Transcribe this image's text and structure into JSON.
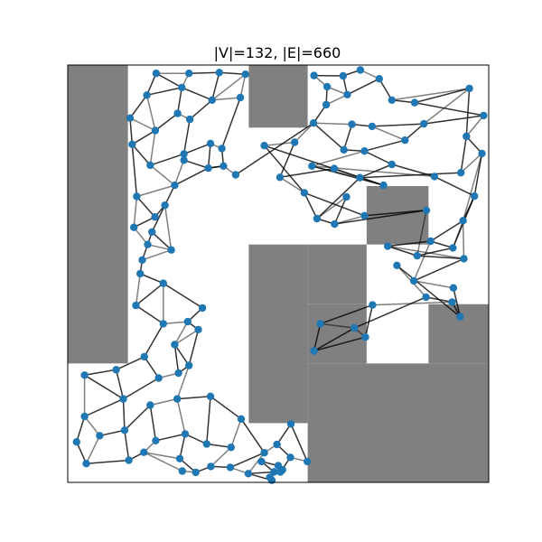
{
  "figure": {
    "title": "|V|=132, |E|=660"
  },
  "colors": {
    "obstacle": "#808080",
    "node": "#1f77b4",
    "edge": "#000000",
    "frame": "#000000",
    "background": "#ffffff"
  },
  "chart_data": {
    "type": "graph",
    "title": "|V|=132, |E|=660",
    "vertex_count": 132,
    "edge_count": 660,
    "xlim": [
      0,
      1
    ],
    "ylim": [
      0,
      1
    ],
    "obstacles": [
      {
        "x0": 0.0,
        "y0": 0.285,
        "x1": 0.143,
        "y1": 1.0
      },
      {
        "x0": 0.43,
        "y0": 0.85,
        "x1": 0.57,
        "y1": 1.0
      },
      {
        "x0": 0.71,
        "y0": 0.57,
        "x1": 0.857,
        "y1": 0.71
      },
      {
        "x0": 0.43,
        "y0": 0.142,
        "x1": 0.57,
        "y1": 0.57
      },
      {
        "x0": 0.57,
        "y0": 0.285,
        "x1": 0.71,
        "y1": 0.427
      },
      {
        "x0": 0.57,
        "y0": 0.427,
        "x1": 0.71,
        "y1": 0.57
      },
      {
        "x0": 0.57,
        "y0": 0.0,
        "x1": 1.0,
        "y1": 0.285
      },
      {
        "x0": 0.857,
        "y0": 0.285,
        "x1": 1.0,
        "y1": 0.427
      }
    ],
    "nodes": [
      [
        0.21,
        0.98
      ],
      [
        0.288,
        0.98
      ],
      [
        0.36,
        0.982
      ],
      [
        0.422,
        0.978
      ],
      [
        0.188,
        0.928
      ],
      [
        0.271,
        0.946
      ],
      [
        0.343,
        0.916
      ],
      [
        0.41,
        0.922
      ],
      [
        0.29,
        0.87
      ],
      [
        0.261,
        0.884
      ],
      [
        0.148,
        0.873
      ],
      [
        0.208,
        0.843
      ],
      [
        0.153,
        0.81
      ],
      [
        0.196,
        0.76
      ],
      [
        0.276,
        0.787
      ],
      [
        0.339,
        0.812
      ],
      [
        0.366,
        0.8
      ],
      [
        0.37,
        0.758
      ],
      [
        0.276,
        0.772
      ],
      [
        0.399,
        0.737
      ],
      [
        0.334,
        0.753
      ],
      [
        0.254,
        0.712
      ],
      [
        0.164,
        0.685
      ],
      [
        0.207,
        0.636
      ],
      [
        0.157,
        0.611
      ],
      [
        0.231,
        0.664
      ],
      [
        0.19,
        0.57
      ],
      [
        0.2,
        0.6
      ],
      [
        0.246,
        0.557
      ],
      [
        0.177,
        0.533
      ],
      [
        0.172,
        0.5
      ],
      [
        0.227,
        0.477
      ],
      [
        0.162,
        0.424
      ],
      [
        0.32,
        0.418
      ],
      [
        0.227,
        0.38
      ],
      [
        0.285,
        0.385
      ],
      [
        0.182,
        0.301
      ],
      [
        0.31,
        0.366
      ],
      [
        0.254,
        0.33
      ],
      [
        0.216,
        0.25
      ],
      [
        0.288,
        0.28
      ],
      [
        0.263,
        0.262
      ],
      [
        0.115,
        0.27
      ],
      [
        0.04,
        0.257
      ],
      [
        0.132,
        0.2
      ],
      [
        0.04,
        0.158
      ],
      [
        0.076,
        0.112
      ],
      [
        0.135,
        0.125
      ],
      [
        0.196,
        0.185
      ],
      [
        0.26,
        0.2
      ],
      [
        0.339,
        0.206
      ],
      [
        0.412,
        0.152
      ],
      [
        0.388,
        0.084
      ],
      [
        0.33,
        0.092
      ],
      [
        0.209,
        0.1
      ],
      [
        0.279,
        0.116
      ],
      [
        0.181,
        0.072
      ],
      [
        0.145,
        0.053
      ],
      [
        0.021,
        0.097
      ],
      [
        0.044,
        0.045
      ],
      [
        0.272,
        0.027
      ],
      [
        0.34,
        0.038
      ],
      [
        0.386,
        0.036
      ],
      [
        0.304,
        0.024
      ],
      [
        0.429,
        0.021
      ],
      [
        0.266,
        0.057
      ],
      [
        0.49,
        0.025
      ],
      [
        0.467,
        0.071
      ],
      [
        0.497,
        0.091
      ],
      [
        0.529,
        0.06
      ],
      [
        0.53,
        0.14
      ],
      [
        0.569,
        0.05
      ],
      [
        0.505,
        0.025
      ],
      [
        0.48,
        0.012
      ],
      [
        0.5,
        0.04
      ],
      [
        0.46,
        0.05
      ],
      [
        0.51,
        0.03
      ],
      [
        0.485,
        0.005
      ],
      [
        0.585,
        0.975
      ],
      [
        0.616,
        0.948
      ],
      [
        0.654,
        0.974
      ],
      [
        0.614,
        0.905
      ],
      [
        0.664,
        0.929
      ],
      [
        0.695,
        0.988
      ],
      [
        0.74,
        0.967
      ],
      [
        0.77,
        0.916
      ],
      [
        0.824,
        0.91
      ],
      [
        0.954,
        0.944
      ],
      [
        0.988,
        0.879
      ],
      [
        0.846,
        0.859
      ],
      [
        0.801,
        0.82
      ],
      [
        0.723,
        0.853
      ],
      [
        0.675,
        0.858
      ],
      [
        0.584,
        0.861
      ],
      [
        0.656,
        0.797
      ],
      [
        0.705,
        0.794
      ],
      [
        0.77,
        0.762
      ],
      [
        0.871,
        0.733
      ],
      [
        0.947,
        0.829
      ],
      [
        0.984,
        0.788
      ],
      [
        0.934,
        0.742
      ],
      [
        0.58,
        0.758
      ],
      [
        0.694,
        0.73
      ],
      [
        0.75,
        0.712
      ],
      [
        0.633,
        0.752
      ],
      [
        0.539,
        0.815
      ],
      [
        0.467,
        0.807
      ],
      [
        0.504,
        0.731
      ],
      [
        0.562,
        0.694
      ],
      [
        0.662,
        0.684
      ],
      [
        0.592,
        0.632
      ],
      [
        0.634,
        0.619
      ],
      [
        0.705,
        0.639
      ],
      [
        0.852,
        0.652
      ],
      [
        0.966,
        0.686
      ],
      [
        0.939,
        0.627
      ],
      [
        0.915,
        0.562
      ],
      [
        0.862,
        0.578
      ],
      [
        0.76,
        0.566
      ],
      [
        0.83,
        0.543
      ],
      [
        0.941,
        0.536
      ],
      [
        0.822,
        0.483
      ],
      [
        0.916,
        0.466
      ],
      [
        0.782,
        0.52
      ],
      [
        0.932,
        0.397
      ],
      [
        0.851,
        0.444
      ],
      [
        0.913,
        0.432
      ],
      [
        0.724,
        0.425
      ],
      [
        0.6,
        0.38
      ],
      [
        0.681,
        0.37
      ],
      [
        0.585,
        0.315
      ],
      [
        0.707,
        0.348
      ]
    ],
    "edges": [
      [
        0,
        1
      ],
      [
        0,
        4
      ],
      [
        1,
        2
      ],
      [
        1,
        5
      ],
      [
        2,
        3
      ],
      [
        2,
        6
      ],
      [
        3,
        7
      ],
      [
        4,
        5
      ],
      [
        4,
        10
      ],
      [
        4,
        11
      ],
      [
        5,
        6
      ],
      [
        5,
        9
      ],
      [
        6,
        7
      ],
      [
        6,
        8
      ],
      [
        7,
        16
      ],
      [
        8,
        9
      ],
      [
        8,
        14
      ],
      [
        9,
        11
      ],
      [
        10,
        11
      ],
      [
        10,
        12
      ],
      [
        11,
        12
      ],
      [
        11,
        13
      ],
      [
        12,
        13
      ],
      [
        13,
        14
      ],
      [
        13,
        21
      ],
      [
        14,
        15
      ],
      [
        14,
        18
      ],
      [
        15,
        16
      ],
      [
        15,
        20
      ],
      [
        16,
        17
      ],
      [
        17,
        19
      ],
      [
        17,
        20
      ],
      [
        18,
        20
      ],
      [
        18,
        21
      ],
      [
        19,
        93
      ],
      [
        20,
        21
      ],
      [
        21,
        22
      ],
      [
        21,
        25
      ],
      [
        22,
        23
      ],
      [
        22,
        24
      ],
      [
        23,
        24
      ],
      [
        23,
        25
      ],
      [
        24,
        26
      ],
      [
        25,
        27
      ],
      [
        26,
        27
      ],
      [
        26,
        28
      ],
      [
        26,
        29
      ],
      [
        27,
        28
      ],
      [
        28,
        29
      ],
      [
        29,
        30
      ],
      [
        30,
        31
      ],
      [
        30,
        32
      ],
      [
        31,
        32
      ],
      [
        31,
        33
      ],
      [
        31,
        34
      ],
      [
        32,
        34
      ],
      [
        33,
        35
      ],
      [
        34,
        35
      ],
      [
        34,
        36
      ],
      [
        35,
        37
      ],
      [
        35,
        38
      ],
      [
        36,
        39
      ],
      [
        36,
        42
      ],
      [
        37,
        38
      ],
      [
        38,
        40
      ],
      [
        38,
        41
      ],
      [
        39,
        41
      ],
      [
        39,
        44
      ],
      [
        40,
        41
      ],
      [
        40,
        49
      ],
      [
        42,
        43
      ],
      [
        42,
        44
      ],
      [
        43,
        45
      ],
      [
        44,
        45
      ],
      [
        44,
        47
      ],
      [
        45,
        46
      ],
      [
        45,
        58
      ],
      [
        46,
        47
      ],
      [
        46,
        59
      ],
      [
        47,
        48
      ],
      [
        47,
        57
      ],
      [
        48,
        49
      ],
      [
        48,
        54
      ],
      [
        49,
        50
      ],
      [
        49,
        55
      ],
      [
        50,
        51
      ],
      [
        50,
        53
      ],
      [
        51,
        52
      ],
      [
        51,
        67
      ],
      [
        52,
        53
      ],
      [
        52,
        61
      ],
      [
        53,
        55
      ],
      [
        54,
        55
      ],
      [
        54,
        56
      ],
      [
        55,
        65
      ],
      [
        56,
        57
      ],
      [
        56,
        60
      ],
      [
        57,
        59
      ],
      [
        58,
        59
      ],
      [
        60,
        63
      ],
      [
        61,
        62
      ],
      [
        61,
        63
      ],
      [
        62,
        64
      ],
      [
        63,
        65
      ],
      [
        64,
        66
      ],
      [
        64,
        67
      ],
      [
        66,
        73
      ],
      [
        66,
        76
      ],
      [
        67,
        68
      ],
      [
        68,
        69
      ],
      [
        68,
        70
      ],
      [
        69,
        71
      ],
      [
        70,
        71
      ],
      [
        72,
        74
      ],
      [
        72,
        76
      ],
      [
        73,
        77
      ],
      [
        74,
        75
      ],
      [
        74,
        76
      ],
      [
        75,
        66
      ],
      [
        77,
        64
      ],
      [
        78,
        79
      ],
      [
        78,
        80
      ],
      [
        79,
        81
      ],
      [
        79,
        82
      ],
      [
        80,
        82
      ],
      [
        80,
        83
      ],
      [
        81,
        82
      ],
      [
        81,
        93
      ],
      [
        82,
        84
      ],
      [
        83,
        84
      ],
      [
        84,
        85
      ],
      [
        85,
        86
      ],
      [
        85,
        87
      ],
      [
        86,
        87
      ],
      [
        86,
        88
      ],
      [
        87,
        89
      ],
      [
        87,
        98
      ],
      [
        88,
        89
      ],
      [
        88,
        98
      ],
      [
        89,
        90
      ],
      [
        89,
        91
      ],
      [
        90,
        91
      ],
      [
        90,
        95
      ],
      [
        91,
        92
      ],
      [
        92,
        93
      ],
      [
        92,
        94
      ],
      [
        93,
        94
      ],
      [
        93,
        105
      ],
      [
        94,
        95
      ],
      [
        95,
        96
      ],
      [
        95,
        101
      ],
      [
        96,
        97
      ],
      [
        96,
        102
      ],
      [
        97,
        101
      ],
      [
        98,
        99
      ],
      [
        98,
        100
      ],
      [
        99,
        100
      ],
      [
        99,
        114
      ],
      [
        100,
        102
      ],
      [
        101,
        102
      ],
      [
        101,
        103
      ],
      [
        102,
        110
      ],
      [
        103,
        104
      ],
      [
        103,
        106
      ],
      [
        104,
        107
      ],
      [
        105,
        106
      ],
      [
        105,
        107
      ],
      [
        106,
        108
      ],
      [
        107,
        108
      ],
      [
        108,
        110
      ],
      [
        108,
        112
      ],
      [
        109,
        110
      ],
      [
        109,
        111
      ],
      [
        110,
        111
      ],
      [
        111,
        112
      ],
      [
        111,
        113
      ],
      [
        112,
        113
      ],
      [
        113,
        119
      ],
      [
        114,
        115
      ],
      [
        114,
        116
      ],
      [
        115,
        116
      ],
      [
        115,
        117
      ],
      [
        116,
        117
      ],
      [
        117,
        121
      ],
      [
        117,
        118
      ],
      [
        118,
        119
      ],
      [
        118,
        120
      ],
      [
        119,
        120
      ],
      [
        120,
        121
      ],
      [
        121,
        122
      ],
      [
        122,
        124
      ],
      [
        123,
        124
      ],
      [
        123,
        125
      ],
      [
        124,
        126
      ],
      [
        125,
        126
      ],
      [
        126,
        127
      ],
      [
        127,
        128
      ],
      [
        127,
        131
      ],
      [
        128,
        129
      ],
      [
        128,
        130
      ],
      [
        129,
        130
      ],
      [
        129,
        131
      ],
      [
        130,
        131
      ],
      [
        125,
        129
      ],
      [
        115,
        120
      ],
      [
        97,
        114
      ],
      [
        20,
        17
      ],
      [
        3,
        6
      ],
      [
        0,
        5
      ],
      [
        12,
        22
      ],
      [
        25,
        28
      ],
      [
        37,
        40
      ],
      [
        43,
        44
      ],
      [
        56,
        65
      ],
      [
        62,
        67
      ],
      [
        69,
        72
      ],
      [
        99,
        115
      ],
      [
        116,
        119
      ]
    ]
  }
}
